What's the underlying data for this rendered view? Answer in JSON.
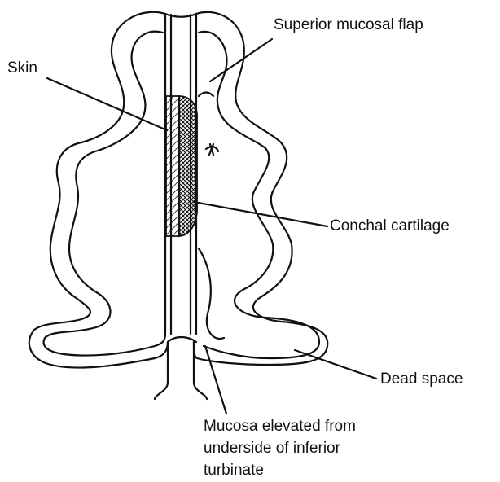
{
  "labels": {
    "superior_mucosal_flap": "Superior mucosal flap",
    "skin": "Skin",
    "conchal_cartilage": "Conchal cartilage",
    "dead_space": "Dead space",
    "mucosa_lines": [
      "Mucosa elevated from",
      "underside of inferior",
      "turbinate"
    ]
  },
  "style": {
    "stroke_color": "#111111",
    "background_color": "#ffffff"
  }
}
